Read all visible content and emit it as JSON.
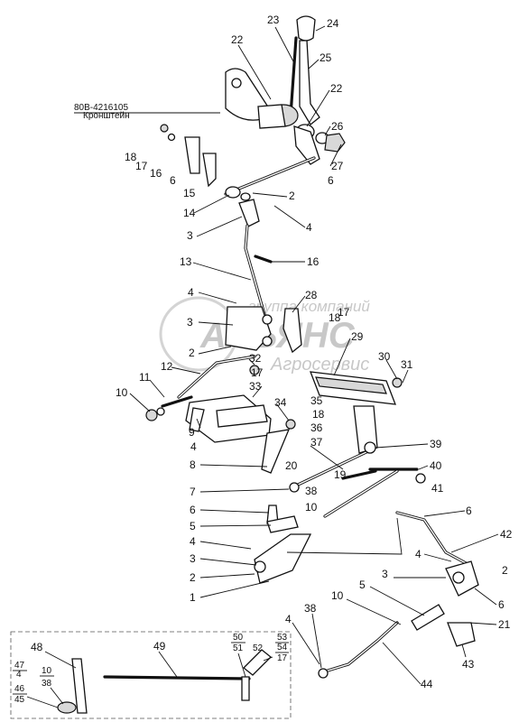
{
  "assembly_ref": {
    "code": "80В-4216105",
    "name": "Кронштейн"
  },
  "watermark": {
    "line1": "группа компаний",
    "line2": "АЛЬЯНС",
    "line3": "Агросервис"
  },
  "callouts": [
    "24",
    "23",
    "22",
    "25",
    "22",
    "26",
    "27",
    "6",
    "18",
    "17",
    "16",
    "6",
    "15",
    "2",
    "14",
    "4",
    "3",
    "16",
    "13",
    "28",
    "4",
    "3",
    "2",
    "32",
    "18",
    "17",
    "29",
    "30",
    "31",
    "11",
    "12",
    "10",
    "17",
    "33",
    "34",
    "35",
    "18",
    "36",
    "9",
    "4",
    "37",
    "39",
    "8",
    "20",
    "19",
    "40",
    "7",
    "41",
    "38",
    "10",
    "6",
    "6",
    "42",
    "5",
    "4",
    "4",
    "2",
    "3",
    "2",
    "1",
    "5",
    "10",
    "3",
    "6",
    "21",
    "43",
    "38",
    "44",
    "4",
    "48",
    "49",
    "50",
    "51",
    "52",
    "53",
    "54",
    "17",
    "47",
    "4",
    "10",
    "38",
    "46",
    "45"
  ]
}
